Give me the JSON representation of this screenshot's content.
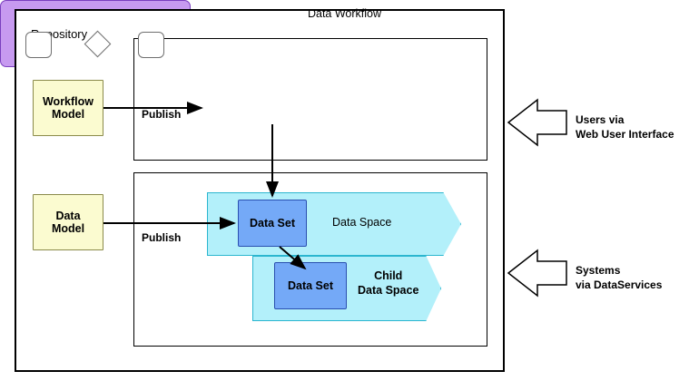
{
  "diagram": {
    "repository_label": "Repository",
    "workflow_model_label": "Workflow\nModel",
    "data_model_label": "Data\nModel",
    "data_workflow_label": "Data Workflow",
    "data_space_label": "Data Space",
    "child_data_space_label": "Child\nData Space",
    "data_set_label_1": "Data Set",
    "data_set_label_2": "Data Set",
    "publish_label_1": "Publish",
    "publish_label_2": "Publish",
    "users_callout_line1": "Users via",
    "users_callout_line2": "Web User Interface",
    "systems_callout_line1": "Systems",
    "systems_callout_line2": "via DataServices"
  },
  "colors": {
    "model_fill": "#fbfbd0",
    "model_stroke": "#8a8a4a",
    "workflow_fill": "#c79af0",
    "workflow_stroke": "#7a3fbf",
    "dataspace_fill": "#b3f0fa",
    "dataspace_stroke": "#2bb6cf",
    "dataset_fill": "#74a9f7",
    "dataset_stroke": "#2a4fb0",
    "frame_stroke": "#000000",
    "background": "#ffffff"
  }
}
